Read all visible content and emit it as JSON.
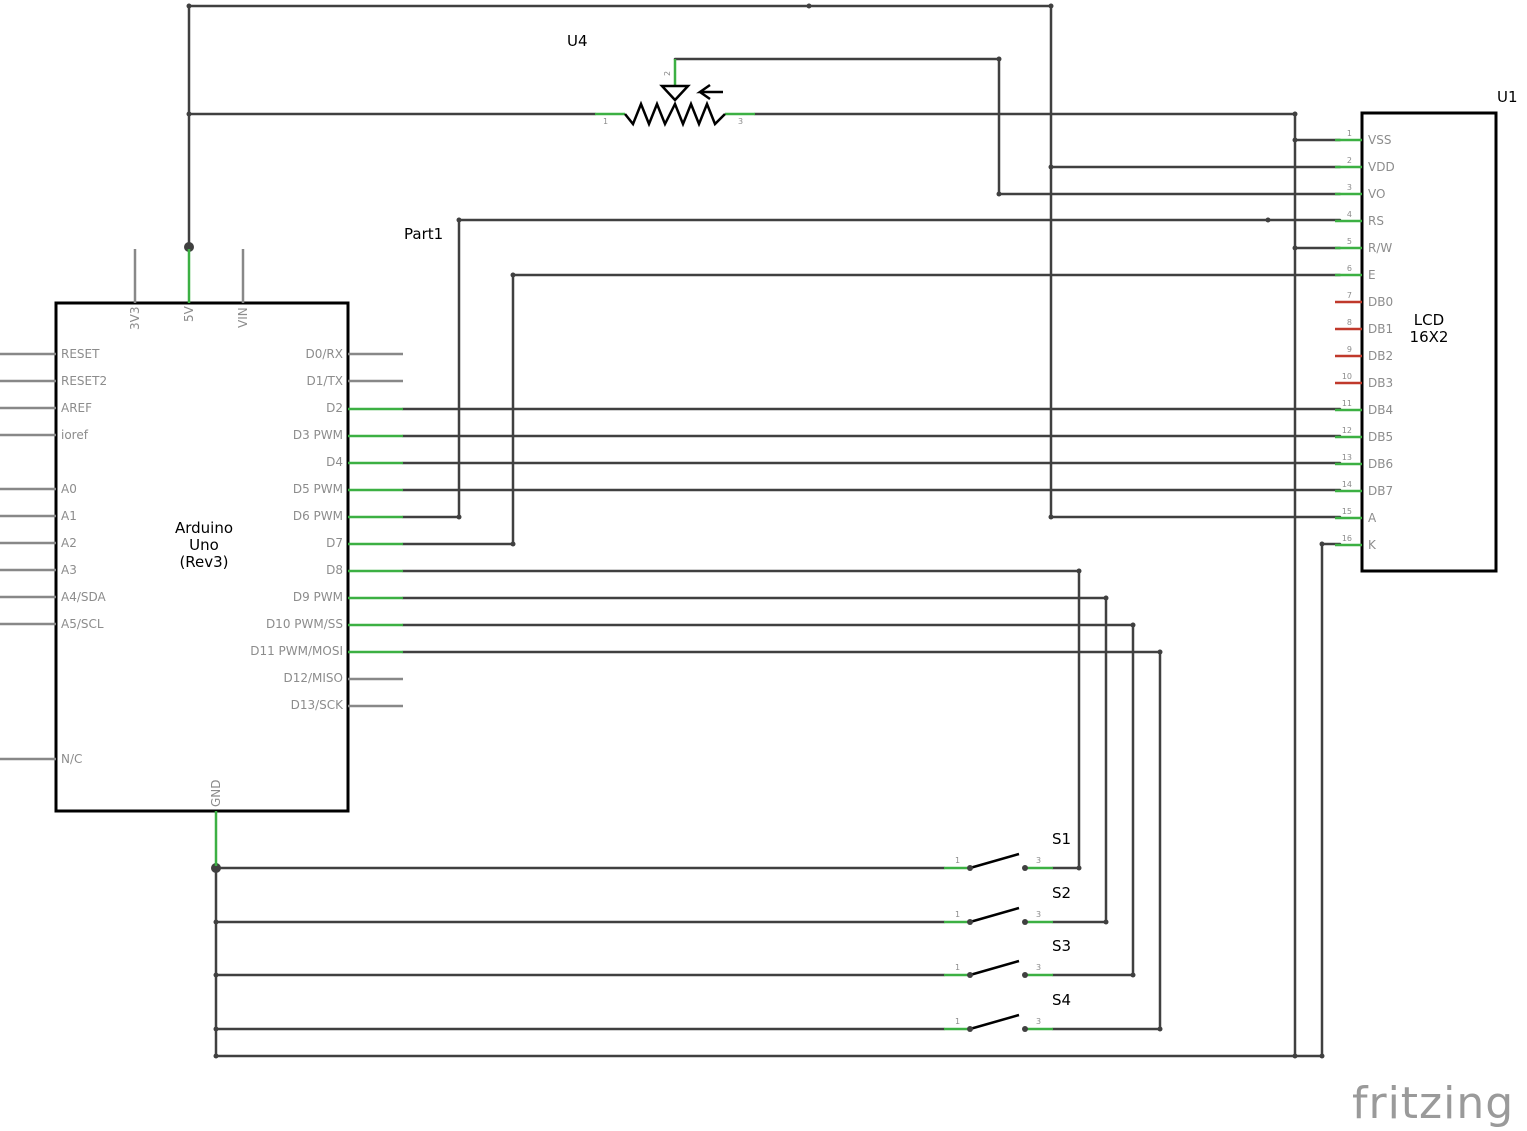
{
  "parts": {
    "arduino": {
      "name_lines": [
        "Arduino",
        "Uno",
        "(Rev3)"
      ],
      "top_pins": [
        "3V3",
        "5V",
        "VIN"
      ],
      "left_pins": [
        "RESET",
        "RESET2",
        "AREF",
        "ioref",
        "A0",
        "A1",
        "A2",
        "A3",
        "A4/SDA",
        "A5/SCL",
        "N/C"
      ],
      "right_pins": [
        "D0/RX",
        "D1/TX",
        "D2",
        "D3 PWM",
        "D4",
        "D5 PWM",
        "D6 PWM",
        "D7",
        "D8",
        "D9 PWM",
        "D10 PWM/SS",
        "D11 PWM/MOSI",
        "D12/MISO",
        "D13/SCK"
      ],
      "bottom_pin": "GND"
    },
    "lcd": {
      "ref": "U1",
      "name_lines": [
        "LCD",
        "16X2"
      ],
      "pins": [
        "VSS",
        "VDD",
        "VO",
        "RS",
        "R/W",
        "E",
        "DB0",
        "DB1",
        "DB2",
        "DB3",
        "DB4",
        "DB5",
        "DB6",
        "DB7",
        "A",
        "K"
      ],
      "pin_numbers": [
        "1",
        "2",
        "3",
        "4",
        "5",
        "6",
        "7",
        "8",
        "9",
        "10",
        "11",
        "12",
        "13",
        "14",
        "15",
        "16"
      ]
    },
    "pot": {
      "ref": "U4",
      "pin_numbers": [
        "1",
        "2",
        "3"
      ]
    },
    "part1": {
      "ref": "Part1"
    },
    "switches": [
      {
        "ref": "S1",
        "pin_numbers": [
          "1",
          "3"
        ]
      },
      {
        "ref": "S2",
        "pin_numbers": [
          "1",
          "3"
        ]
      },
      {
        "ref": "S3",
        "pin_numbers": [
          "1",
          "3"
        ]
      },
      {
        "ref": "S4",
        "pin_numbers": [
          "1",
          "3"
        ]
      }
    ]
  },
  "logo": "fritzing",
  "colors": {
    "wire": "#404040",
    "connected_pin": "#3cb043",
    "unconnected_pin": "#888888",
    "unused_lcd_pin": "#c0392b",
    "outline": "#000000",
    "logo": "#9a9a9a"
  }
}
